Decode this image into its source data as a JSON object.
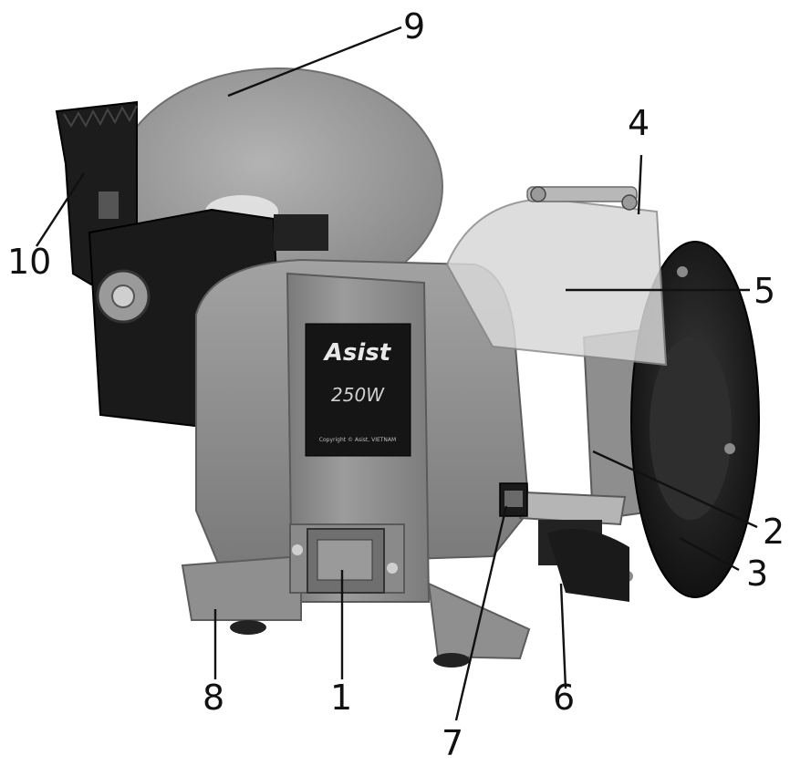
{
  "figure": {
    "subject": "bench-grinder",
    "colors": {
      "background": "#ffffff",
      "housing": "#8c8c8c",
      "housing_dark": "#6e6e6e",
      "stone_large": "#9a9a9a",
      "stone_small": "#8a8a8a",
      "guard": "#1a1a1a",
      "label_panel": "#151515",
      "label_text": "#e8e8e8",
      "shield": "#d8d8d8",
      "callout": "#111111"
    }
  },
  "label_panel": {
    "brand": "Asist",
    "power": "250W",
    "copyright": "Copyright © Asist, VIETNAM"
  },
  "callouts": [
    {
      "id": "1",
      "text": "1"
    },
    {
      "id": "2",
      "text": "2"
    },
    {
      "id": "3",
      "text": "3"
    },
    {
      "id": "4",
      "text": "4"
    },
    {
      "id": "5",
      "text": "5"
    },
    {
      "id": "6",
      "text": "6"
    },
    {
      "id": "7",
      "text": "7"
    },
    {
      "id": "8",
      "text": "8"
    },
    {
      "id": "9",
      "text": "9"
    },
    {
      "id": "10",
      "text": "10"
    }
  ]
}
